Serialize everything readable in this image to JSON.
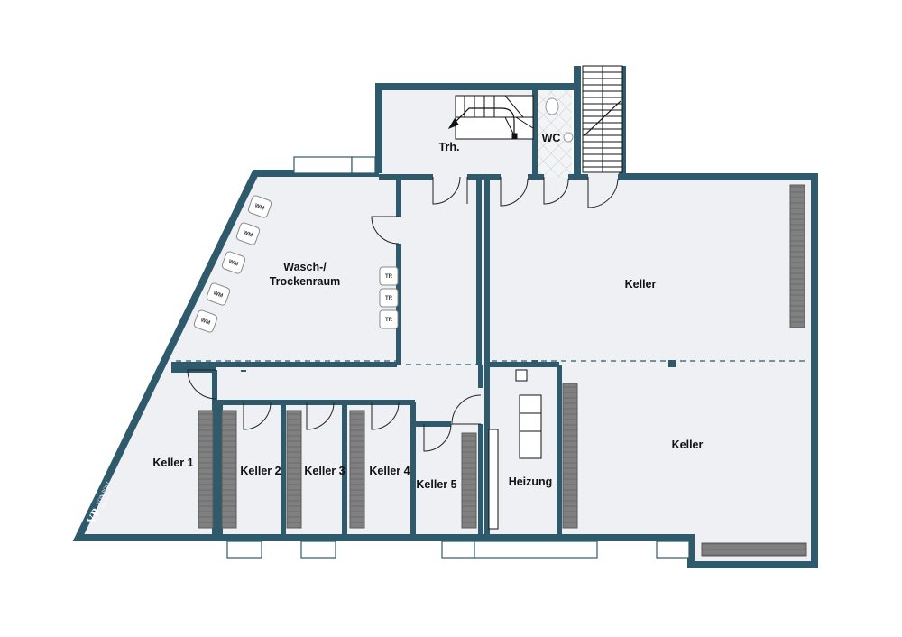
{
  "rooms": {
    "trh": "Trh.",
    "wc": "WC",
    "wasch_line1": "Wasch-/",
    "wasch_line2": "Trockenraum",
    "keller_top": "Keller",
    "keller_bottom": "Keller",
    "keller1": "Keller 1",
    "keller2": "Keller 2",
    "keller3": "Keller 3",
    "keller4": "Keller 4",
    "keller5": "Keller 5",
    "heizung": "Heizung"
  },
  "appliances": {
    "washer": "WM",
    "dryer": "TR"
  },
  "logo": {
    "initials": "VP",
    "name": "VON POLL",
    "sub": "IMMOBILIEN"
  },
  "colors": {
    "wall": "#2f5a6b",
    "floor": "#eef0f3",
    "shelf": "#7a7a7a"
  }
}
